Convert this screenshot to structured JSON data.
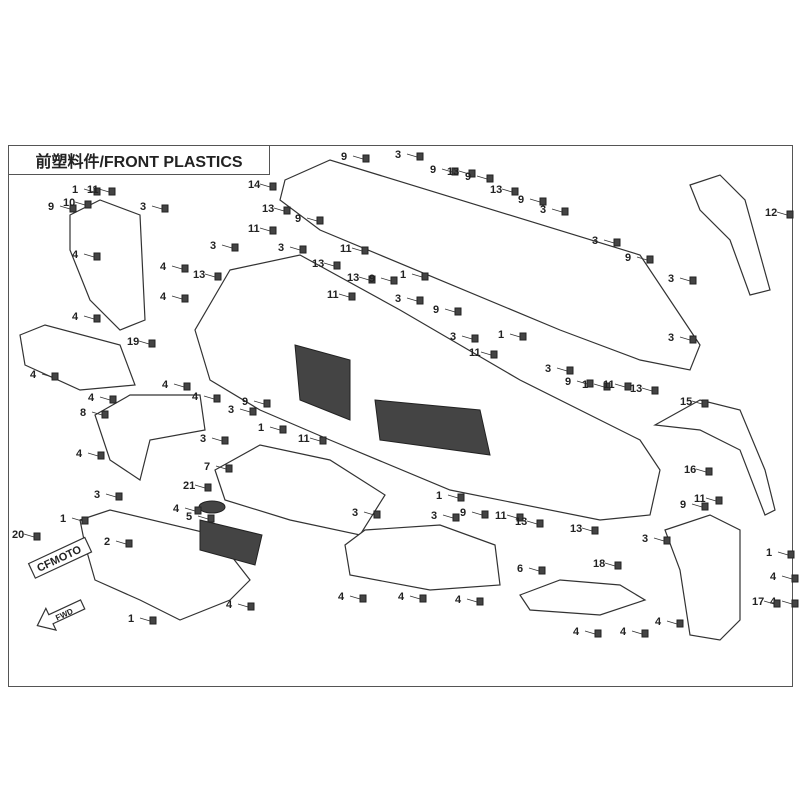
{
  "title": "前塑料件/FRONT PLASTICS",
  "badge_text": "CFMOTO",
  "fwd_text": "FWD",
  "callouts": [
    "1",
    "2",
    "3",
    "4",
    "5",
    "6",
    "7",
    "8",
    "9",
    "10",
    "11",
    "12",
    "13",
    "14",
    "15",
    "16",
    "17",
    "18",
    "19",
    "20",
    "21"
  ]
}
